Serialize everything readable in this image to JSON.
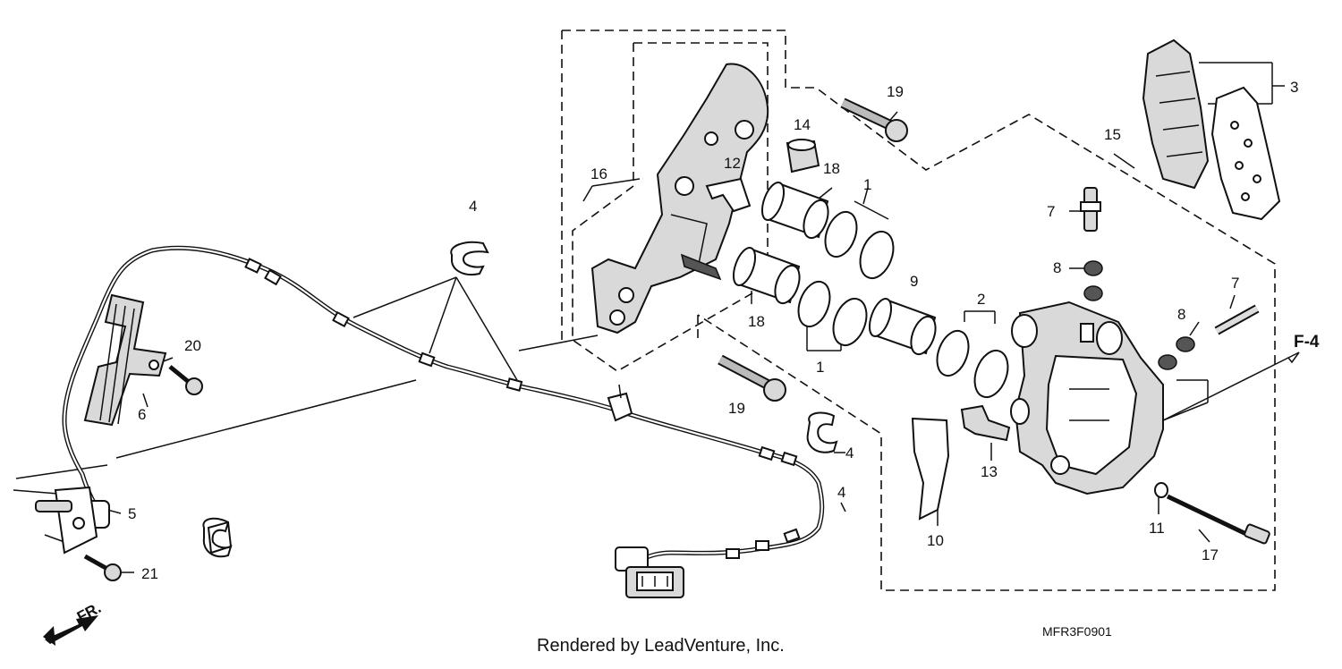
{
  "diagram": {
    "callouts": {
      "c1a": "1",
      "c1b": "1",
      "c2": "2",
      "c3": "3",
      "c4a": "4",
      "c4b": "4",
      "c4c": "4",
      "c5": "5",
      "c6": "6",
      "c7a": "7",
      "c7b": "7",
      "c8a": "8",
      "c8b": "8",
      "c9": "9",
      "c10": "10",
      "c11": "11",
      "c12": "12",
      "c13": "13",
      "c14": "14",
      "c15": "15",
      "c16": "16",
      "c17": "17",
      "c18a": "18",
      "c18b": "18",
      "c19a": "19",
      "c19b": "19",
      "c20": "20",
      "c21": "21"
    },
    "ref_marker": "F-4",
    "front_marker": "FR.",
    "diagram_code": "MFR3F0901",
    "footer": "Rendered by LeadVenture, Inc."
  }
}
